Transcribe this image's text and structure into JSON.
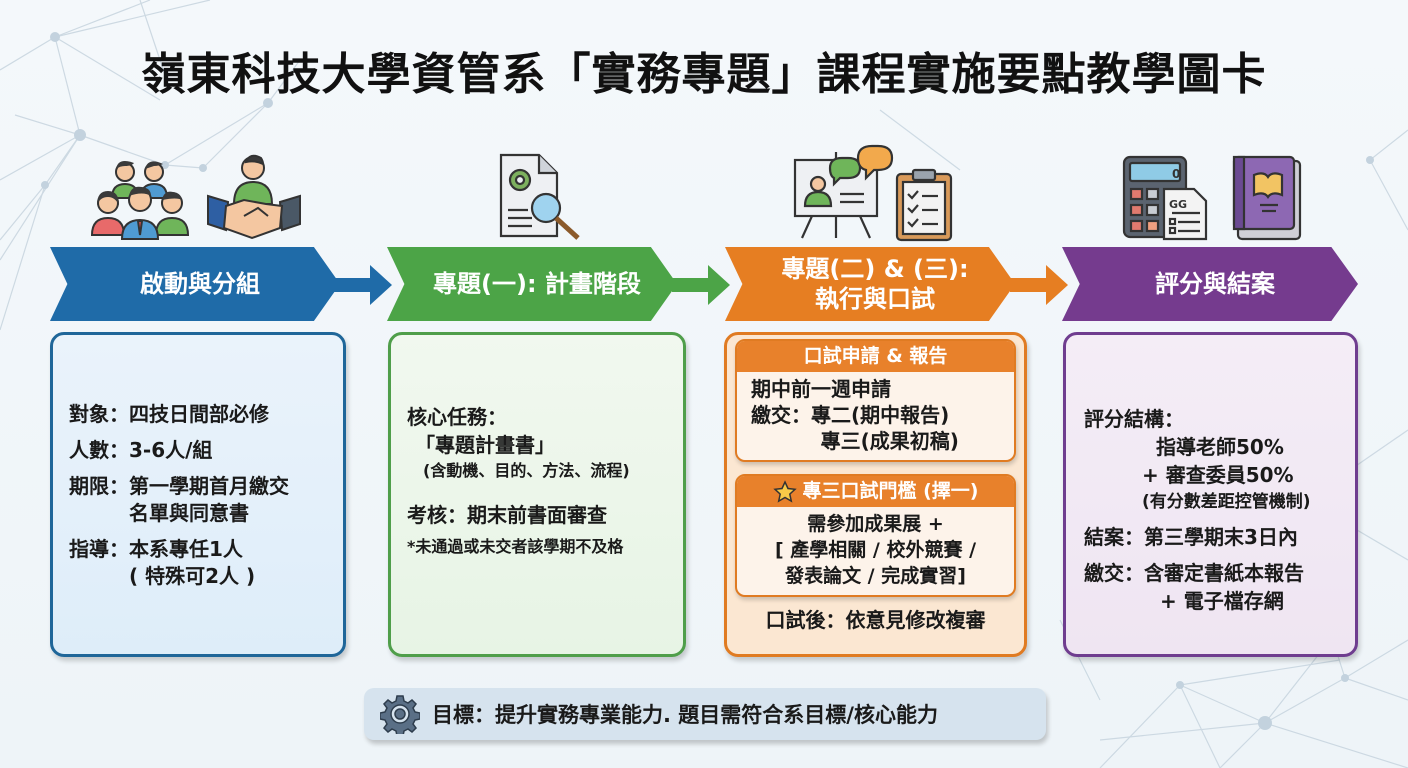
{
  "title": "嶺東科技大學資管系「實務專題」課程實施要點教學圖卡",
  "colors": {
    "blue": "#1f6ba8",
    "green": "#4ca447",
    "orange": "#e67e22",
    "purple": "#753b8e",
    "goal_bg": "#d6e3ee"
  },
  "stages": [
    {
      "banner": "啟動與分組",
      "icons": [
        "people-group-icon",
        "handshake-icon"
      ],
      "items": [
        {
          "key": "對象：",
          "value": "四技日間部必修"
        },
        {
          "key": "人數：",
          "value": "3-6人/組"
        },
        {
          "key": "期限：",
          "value": "第一學期首月繳交\n名單與同意書"
        },
        {
          "key": "指導：",
          "value": "本系專任1人\n( 特殊可2人 )"
        }
      ]
    },
    {
      "banner": "專題(一): 計畫階段",
      "icons": [
        "document-gear-search-icon"
      ],
      "core_label": "核心任務：",
      "core_value": "「專題計畫書」",
      "core_note": "(含動機、目的、方法、流程)",
      "assess": "考核：期末前書面審查",
      "assess_note": "*未通過或未交者該學期不及格"
    },
    {
      "banner_line1": "專題(二) & (三):",
      "banner_line2": "執行與口試",
      "icons": [
        "presentation-board-icon",
        "checklist-clipboard-icon"
      ],
      "sub1": {
        "title": "口試申請 & 報告",
        "lines": "期中前一週申請\n繳交：專二(期中報告)\n          專三(成果初稿)"
      },
      "sub2": {
        "title": "專三口試門檻 (擇一)",
        "icon": "star-icon",
        "lines": "需參加成果展 +\n[ 產學相關 / 校外競賽 /\n發表論文 / 完成實習]"
      },
      "after": "口試後：依意見修改複審"
    },
    {
      "banner": "評分與結案",
      "icons": [
        "calculator-grade-icon",
        "notebook-icon"
      ],
      "score_label": "評分結構：",
      "score_line1": "指導老師50%",
      "score_line2": "+ 審查委員50%",
      "score_note": "(有分數差距控管機制)",
      "close": "結案：第三學期末3日內",
      "submit_line1": "繳交：含審定書紙本報告",
      "submit_line2": "+ 電子檔存網"
    }
  ],
  "goal": {
    "icon": "gear-icon",
    "text": "目標：提升實務專業能力. 題目需符合系目標/核心能力"
  }
}
